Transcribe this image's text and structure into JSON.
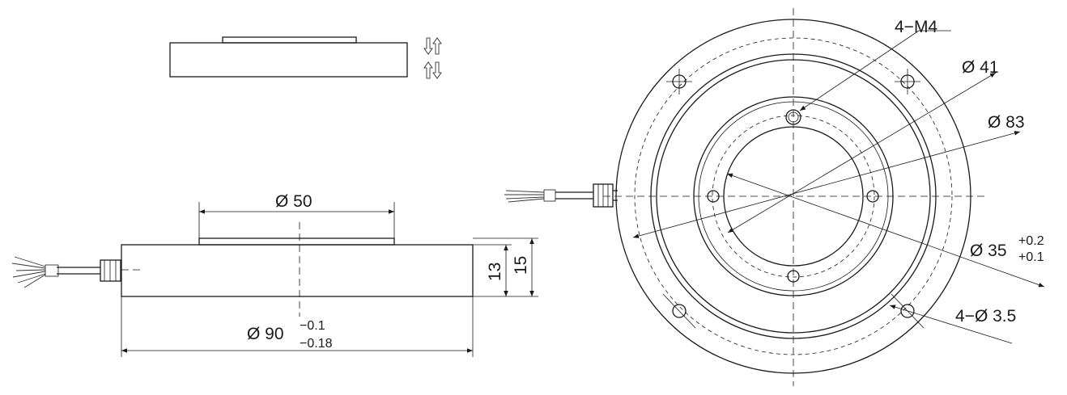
{
  "labels": {
    "top_dia": "Ø 50",
    "height_inner": "13",
    "height_outer": "15",
    "base_dia": "Ø 90",
    "base_tol_upper": "−0.1",
    "base_tol_lower": "−0.18",
    "thread": "4−M4",
    "dia_41": "Ø 41",
    "dia_83": "Ø 83",
    "dia_35": "Ø 35",
    "dia_35_tol_upper": "+0.2",
    "dia_35_tol_lower": "+0.1",
    "mount_holes": "4−Ø 3.5"
  },
  "icons": {
    "load_direction_top": "arrow-down-up-icon",
    "load_direction_bottom": "arrow-up-down-icon"
  }
}
